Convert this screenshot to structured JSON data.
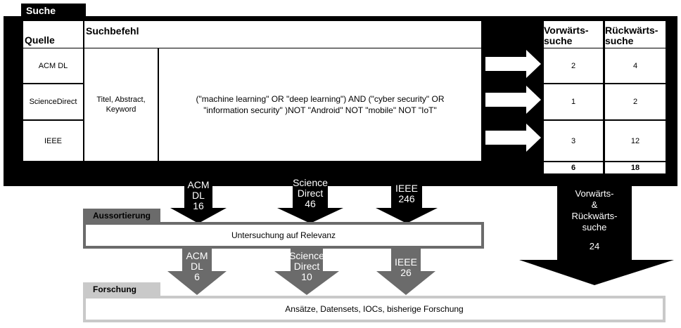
{
  "search": {
    "tab_label": "Suche",
    "headers": {
      "source": "Quelle",
      "query": "Suchbefehl",
      "forward": "Vorwärts-suche",
      "backward": "Rückwärts-suche"
    },
    "fields": "Titel, Abstract, Keyword",
    "query_string": "(\"machine learning\" OR \"deep learning\") AND (\"cyber security\" OR \"information security\" )NOT \"Android\" NOT \"mobile\" NOT \"IoT\"",
    "rows": [
      {
        "source": "ACM DL",
        "forward": "2",
        "backward": "4"
      },
      {
        "source": "ScienceDirect",
        "forward": "1",
        "backward": "2"
      },
      {
        "source": "IEEE",
        "forward": "3",
        "backward": "12"
      }
    ],
    "totals": {
      "forward": "6",
      "backward": "18"
    }
  },
  "flow1": [
    {
      "line1": "ACM",
      "line2": "DL",
      "count": "16"
    },
    {
      "line1": "Science",
      "line2": "Direct",
      "count": "46"
    },
    {
      "line1": "IEEE",
      "line2": "",
      "count": "246"
    }
  ],
  "big_arrow": {
    "line1": "Vorwärts-",
    "line2": "&",
    "line3": "Rückwärts-",
    "line4": "suche",
    "count": "24"
  },
  "assortment": {
    "tab_label": "Aussortierung",
    "text": "Untersuchung auf Relevanz"
  },
  "flow2": [
    {
      "line1": "ACM",
      "line2": "DL",
      "count": "6"
    },
    {
      "line1": "Science",
      "line2": "Direct",
      "count": "10"
    },
    {
      "line1": "IEEE",
      "line2": "",
      "count": "26"
    }
  ],
  "research": {
    "tab_label": "Forschung",
    "text": "Ansätze, Datensets, IOCs, bisherige Forschung"
  },
  "colors": {
    "dark": "#000000",
    "mid_gray": "#6b6b6b",
    "light_gray": "#c9c9c9"
  }
}
